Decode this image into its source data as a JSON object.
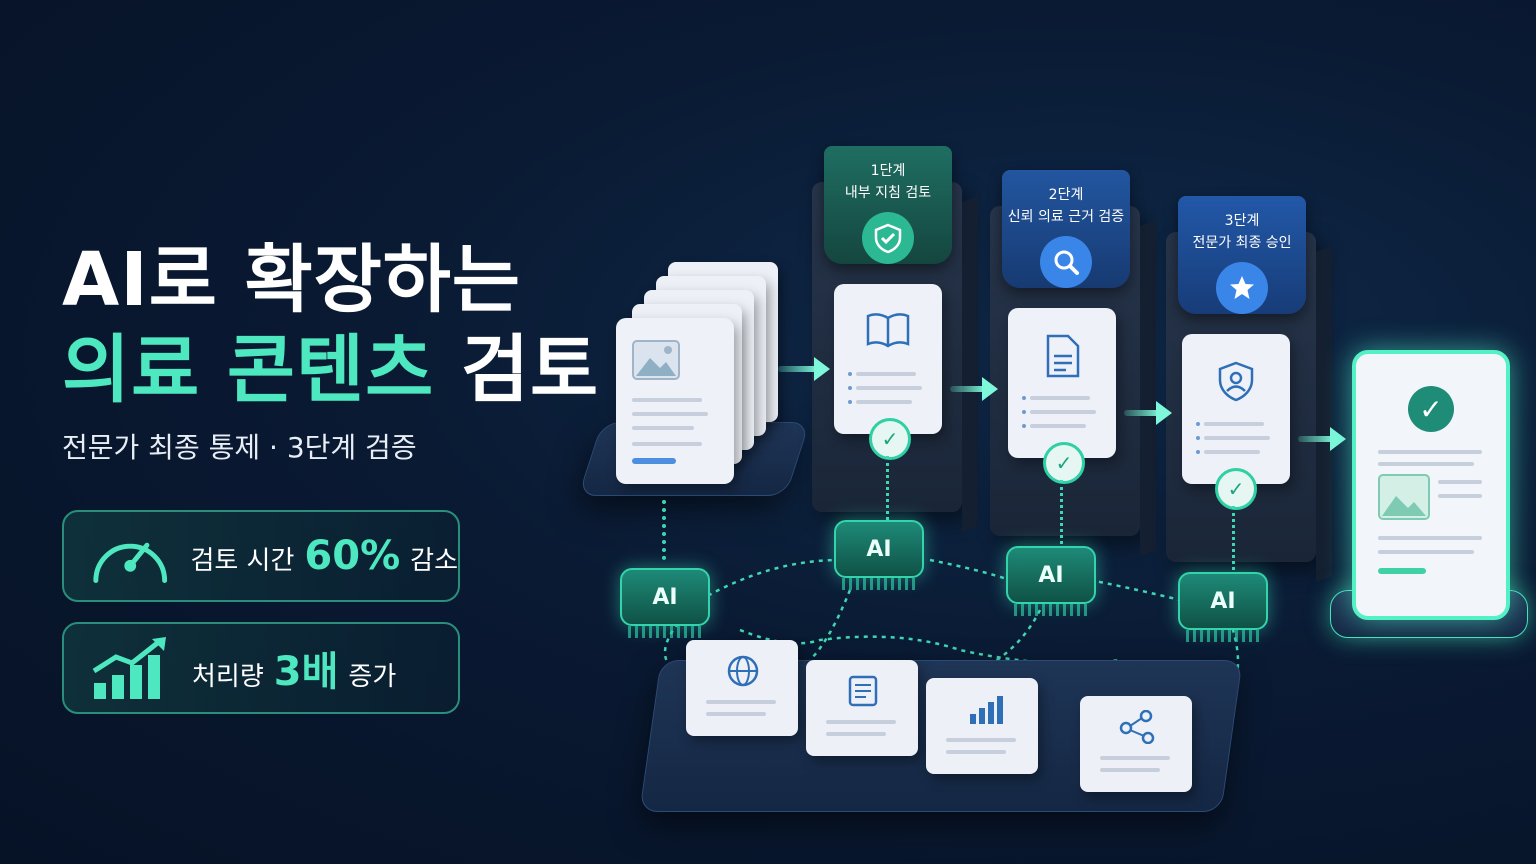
{
  "headline": {
    "line1": "AI로 확장하는",
    "line2_accent": "의료 콘텐츠",
    "line2_rest": "검토"
  },
  "subtitle": "전문가 최종 통제 · 3단계 검증",
  "stats": [
    {
      "icon": "speedometer-icon",
      "prefix": "검토 시간",
      "value": "60%",
      "suffix": "감소"
    },
    {
      "icon": "growth-chart-icon",
      "prefix": "처리량",
      "value": "3배",
      "suffix": "증가"
    }
  ],
  "steps": [
    {
      "step": "1단계",
      "label": "내부 지침 검토",
      "icon": "shield-check-icon",
      "card_icon": "book-icon"
    },
    {
      "step": "2단계",
      "label": "신뢰 의료 근거 검증",
      "icon": "search-icon",
      "card_icon": "document-icon"
    },
    {
      "step": "3단계",
      "label": "전문가 최종 승인",
      "icon": "star-icon",
      "card_icon": "user-shield-icon"
    }
  ],
  "ai_chip_label": "AI",
  "sources": [
    "globe-icon",
    "document-icon",
    "bar-chart-icon",
    "network-icon"
  ],
  "colors": {
    "accent": "#4ee8c0",
    "background": "#0a1a33",
    "step1": "#1b5f55",
    "step2": "#1c4a8c",
    "step3": "#1d4f98"
  }
}
